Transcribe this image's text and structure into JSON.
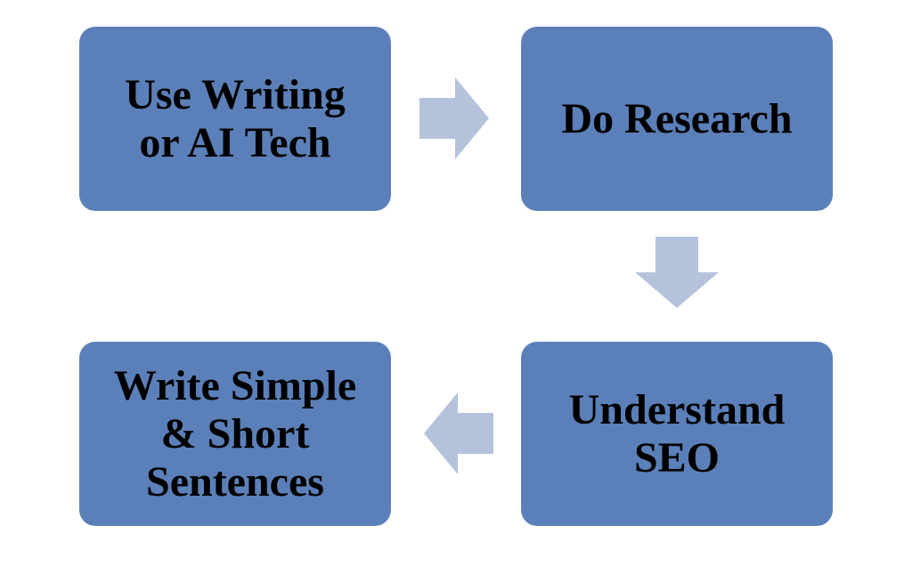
{
  "diagram": {
    "steps": [
      {
        "label": "Use Writing\nor AI Tech"
      },
      {
        "label": "Do Research"
      },
      {
        "label": "Understand\nSEO"
      },
      {
        "label": "Write Simple\n& Short\nSentences"
      }
    ],
    "colors": {
      "box_fill": "#5b80b9",
      "arrow_fill": "#b5c2dc",
      "text": "#000000"
    }
  }
}
